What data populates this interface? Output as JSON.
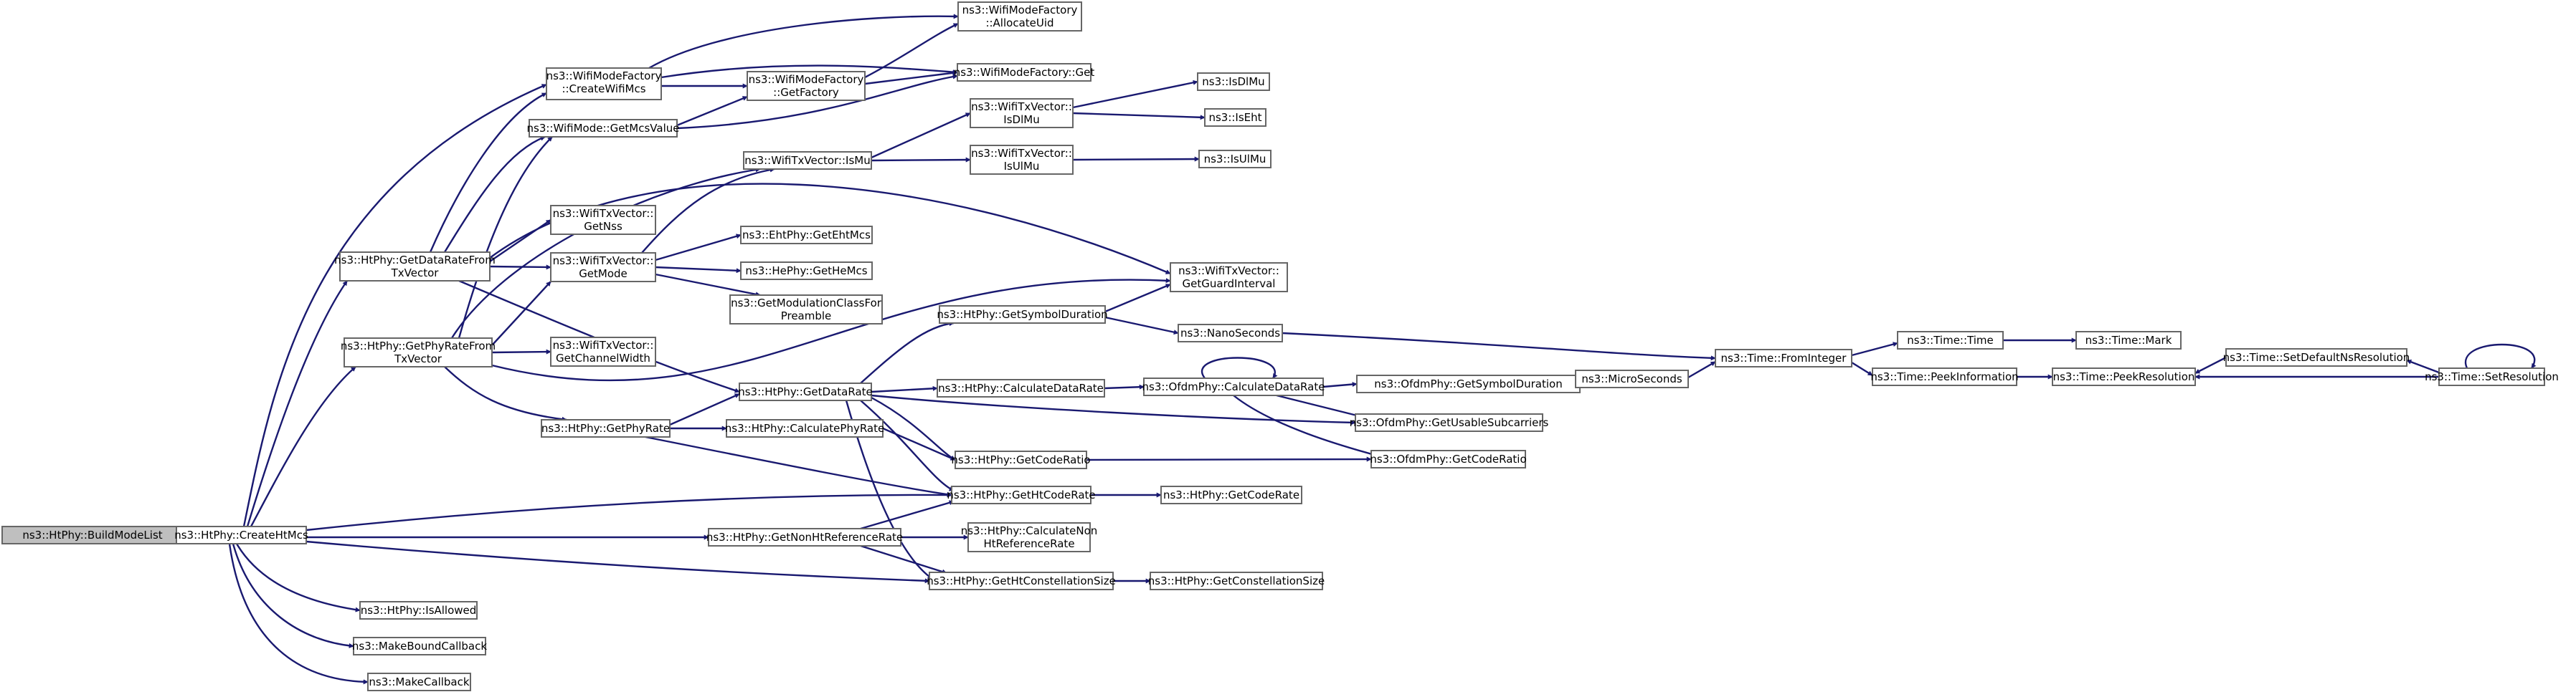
{
  "diagram": {
    "colors": {
      "edge": "#191970",
      "node_border": "#666666",
      "root_fill": "#bfbfbf",
      "node_fill": "#ffffff"
    },
    "nodes": {
      "n0": {
        "lines": [
          "ns3::HtPhy::BuildModeList"
        ],
        "root": true
      },
      "n1": {
        "lines": [
          "ns3::HtPhy::CreateHtMcs"
        ]
      },
      "n2": {
        "lines": [
          "ns3::WifiModeFactory",
          "::CreateWifiMcs"
        ]
      },
      "n3": {
        "lines": [
          "ns3::WifiMode::GetMcsValue"
        ]
      },
      "n4": {
        "lines": [
          "ns3::HtPhy::GetDataRateFrom",
          "TxVector"
        ]
      },
      "n5": {
        "lines": [
          "ns3::HtPhy::GetPhyRateFrom",
          "TxVector"
        ]
      },
      "n6": {
        "lines": [
          "ns3::HtPhy::GetPhyRate"
        ]
      },
      "n7": {
        "lines": [
          "ns3::WifiModeFactory",
          "::AllocateUid"
        ]
      },
      "n8": {
        "lines": [
          "ns3::WifiModeFactory::Get"
        ]
      },
      "n9": {
        "lines": [
          "ns3::WifiModeFactory",
          "::GetFactory"
        ]
      },
      "n10": {
        "lines": [
          "ns3::WifiTxVector::IsMu"
        ]
      },
      "n11": {
        "lines": [
          "ns3::WifiTxVector::",
          "GetNss"
        ]
      },
      "n12": {
        "lines": [
          "ns3::WifiTxVector::",
          "GetMode"
        ]
      },
      "n13": {
        "lines": [
          "ns3::WifiTxVector::",
          "GetChannelWidth"
        ]
      },
      "n14": {
        "lines": [
          "ns3::WifiTxVector::",
          "IsDlMu"
        ]
      },
      "n15": {
        "lines": [
          "ns3::WifiTxVector::",
          "IsUlMu"
        ]
      },
      "n16": {
        "lines": [
          "ns3::IsDlMu"
        ]
      },
      "n17": {
        "lines": [
          "ns3::IsEht"
        ]
      },
      "n18": {
        "lines": [
          "ns3::IsUlMu"
        ]
      },
      "n19": {
        "lines": [
          "ns3::EhtPhy::GetEhtMcs"
        ]
      },
      "n20": {
        "lines": [
          "ns3::HePhy::GetHeMcs"
        ]
      },
      "n21": {
        "lines": [
          "ns3::GetModulationClassFor",
          "Preamble"
        ]
      },
      "n22": {
        "lines": [
          "ns3::WifiTxVector::",
          "GetGuardInterval"
        ]
      },
      "n23": {
        "lines": [
          "ns3::HtPhy::GetDataRate"
        ]
      },
      "n24": {
        "lines": [
          "ns3::HtPhy::GetSymbolDuration"
        ]
      },
      "n25": {
        "lines": [
          "ns3::NanoSeconds"
        ]
      },
      "n26": {
        "lines": [
          "ns3::HtPhy::CalculateDataRate"
        ]
      },
      "n27": {
        "lines": [
          "ns3::HtPhy::CalculatePhyRate"
        ]
      },
      "n28": {
        "lines": [
          "ns3::HtPhy::GetCodeRatio"
        ]
      },
      "n29": {
        "lines": [
          "ns3::HtPhy::GetHtCodeRate"
        ]
      },
      "n30": {
        "lines": [
          "ns3::HtPhy::GetCodeRate"
        ]
      },
      "n31": {
        "lines": [
          "ns3::HtPhy::GetNonHtReferenceRate"
        ]
      },
      "n32": {
        "lines": [
          "ns3::HtPhy::CalculateNon",
          "HtReferenceRate"
        ]
      },
      "n33": {
        "lines": [
          "ns3::HtPhy::GetHtConstellationSize"
        ]
      },
      "n34": {
        "lines": [
          "ns3::HtPhy::GetConstellationSize"
        ]
      },
      "n35": {
        "lines": [
          "ns3::HtPhy::IsAllowed"
        ]
      },
      "n36": {
        "lines": [
          "ns3::MakeBoundCallback"
        ]
      },
      "n37": {
        "lines": [
          "ns3::MakeCallback"
        ]
      },
      "n38": {
        "lines": [
          "ns3::OfdmPhy::CalculateDataRate"
        ]
      },
      "n39": {
        "lines": [
          "ns3::OfdmPhy::GetSymbolDuration"
        ]
      },
      "n40": {
        "lines": [
          "ns3::MicroSeconds"
        ]
      },
      "n41": {
        "lines": [
          "ns3::OfdmPhy::GetUsableSubcarriers"
        ]
      },
      "n42": {
        "lines": [
          "ns3::OfdmPhy::GetCodeRatio"
        ]
      },
      "n43": {
        "lines": [
          "ns3::Time::FromInteger"
        ]
      },
      "n44": {
        "lines": [
          "ns3::Time::Time"
        ]
      },
      "n45": {
        "lines": [
          "ns3::Time::Mark"
        ]
      },
      "n46": {
        "lines": [
          "ns3::Time::PeekInformation"
        ]
      },
      "n47": {
        "lines": [
          "ns3::Time::PeekResolution"
        ]
      },
      "n48": {
        "lines": [
          "ns3::Time::SetDefaultNsResolution"
        ]
      },
      "n49": {
        "lines": [
          "ns3::Time::SetResolution"
        ]
      }
    }
  }
}
